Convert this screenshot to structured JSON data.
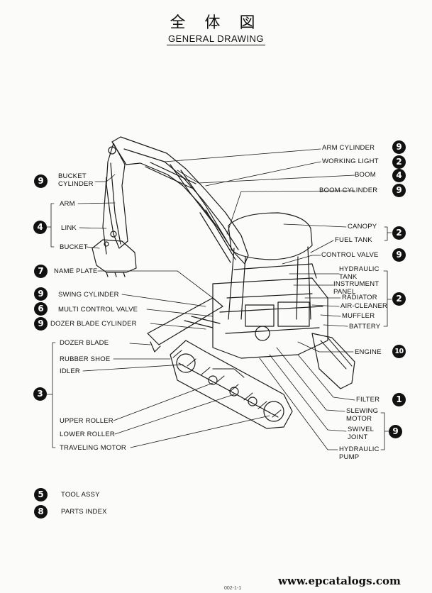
{
  "header": {
    "title_jp": "全 体 図",
    "title_en": "GENERAL DRAWING"
  },
  "callouts_right": [
    {
      "label": "ARM CYLINDER",
      "badge": "9"
    },
    {
      "label": "WORKING LIGHT",
      "badge": "2"
    },
    {
      "label": "BOOM",
      "badge": "4"
    },
    {
      "label": "BOOM CYLINDER",
      "badge": "9"
    },
    {
      "label": "CANOPY",
      "badge": "2"
    },
    {
      "label": "FUEL TANK"
    },
    {
      "label": "CONTROL VALVE",
      "badge": "9"
    },
    {
      "label": "HYDRAULIC TANK"
    },
    {
      "label": "INSTRUMENT PANEL"
    },
    {
      "label": "RADIATOR",
      "badge": "2"
    },
    {
      "label": "AIR-CLEANER"
    },
    {
      "label": "MUFFLER"
    },
    {
      "label": "BATTERY"
    },
    {
      "label": "ENGINE",
      "badge": "10"
    },
    {
      "label": "FILTER",
      "badge": "1"
    },
    {
      "label": "SLEWING MOTOR"
    },
    {
      "label": "SWIVEL JOINT",
      "badge": "9"
    },
    {
      "label": "HYDRAULIC PUMP"
    }
  ],
  "callouts_left": [
    {
      "label": "BUCKET CYLINDER",
      "badge": "9"
    },
    {
      "label": "ARM"
    },
    {
      "label": "LINK",
      "badge": "4"
    },
    {
      "label": "BUCKET"
    },
    {
      "label": "NAME PLATE",
      "badge": "7"
    },
    {
      "label": "SWING CYLINDER",
      "badge": "9"
    },
    {
      "label": "MULTI CONTROL VALVE",
      "badge": "6"
    },
    {
      "label": "DOZER BLADE CYLINDER",
      "badge": "9"
    },
    {
      "label": "DOZER BLADE"
    },
    {
      "label": "RUBBER SHOE"
    },
    {
      "label": "IDLER",
      "badge": "3"
    },
    {
      "label": "UPPER ROLLER"
    },
    {
      "label": "LOWER ROLLER"
    },
    {
      "label": "TRAVELING MOTOR"
    }
  ],
  "index": [
    {
      "badge": "5",
      "label": "TOOL ASSY"
    },
    {
      "badge": "8",
      "label": "PARTS INDEX"
    }
  ],
  "footer": {
    "watermark": "www.epcatalogs.com",
    "page_code": "002-1-1"
  }
}
